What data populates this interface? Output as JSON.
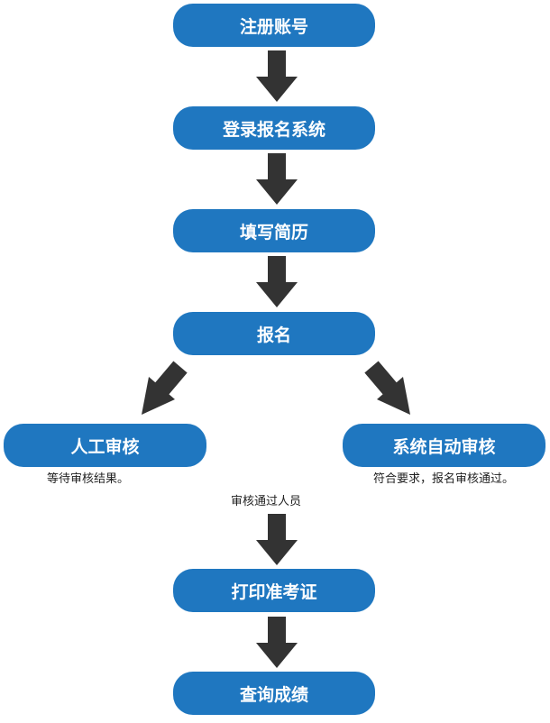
{
  "colors": {
    "box": "#1f77c0",
    "box_text": "#ffffff",
    "arrow": "#333333",
    "note_text": "#222222"
  },
  "steps": {
    "register_account": "注册账号",
    "login_system": "登录报名系统",
    "fill_resume": "填写简历",
    "sign_up": "报名",
    "manual_review": "人工审核",
    "auto_review": "系统自动审核",
    "print_ticket": "打印准考证",
    "query_score": "查询成绩"
  },
  "notes": {
    "manual_review_note": "等待审核结果。",
    "auto_review_note": "符合要求，报名审核通过。",
    "passed_note": "审核通过人员"
  }
}
